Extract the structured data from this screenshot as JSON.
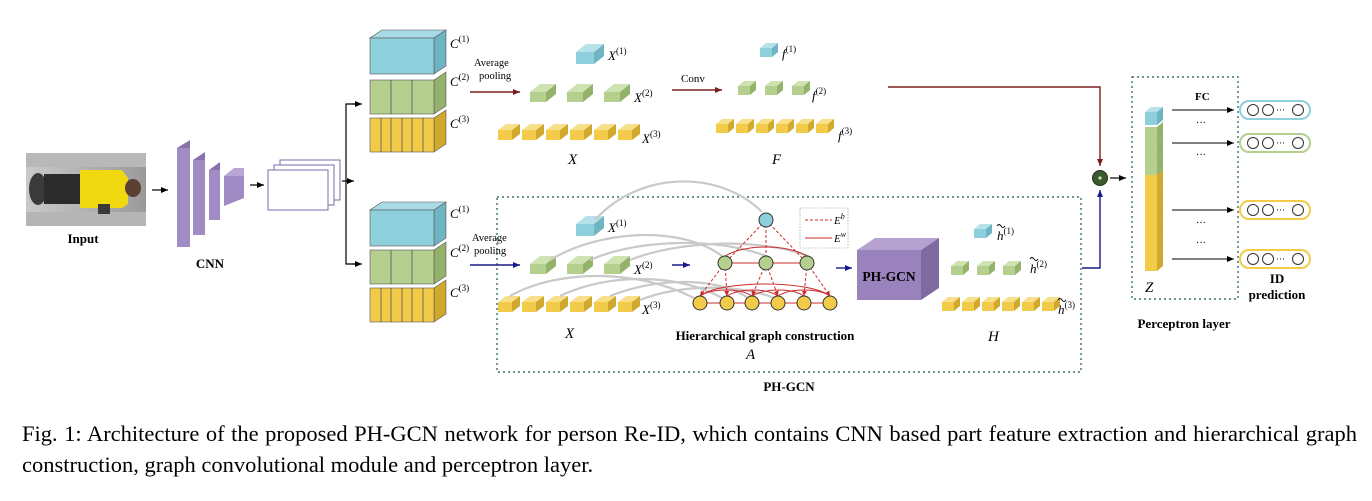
{
  "labels": {
    "input": "Input",
    "cnn": "CNN",
    "c1": "C",
    "c2": "C",
    "c3": "C",
    "sup1": "(1)",
    "sup2": "(2)",
    "sup3": "(3)",
    "avg_pooling_line1": "Average",
    "avg_pooling_line2": "pooling",
    "conv": "Conv",
    "x_part": "X",
    "x_set": "X",
    "f_part": "f",
    "f_set": "F",
    "h_part": "h",
    "h_set": "H",
    "a_set": "A",
    "z_set": "Z",
    "e_b": "E",
    "e_b_sup": "b",
    "e_w": "E",
    "e_w_sup": "w",
    "phgcn_block": "PH-GCN",
    "phgcn_module": "PH-GCN",
    "hier_graph": "Hierarchical graph construction",
    "fc": "FC",
    "dots": "···",
    "id_prediction_line1": "ID",
    "id_prediction_line2": "prediction",
    "perceptron_layer": "Perceptron layer"
  },
  "caption": "Fig. 1: Architecture of the proposed PH-GCN network for person Re-ID, which contains CNN based part feature extraction and hierarchical graph construction, graph convolutional module and perceptron layer.",
  "colors": {
    "blue": "#8ecfdc",
    "green": "#b5cf8e",
    "yellow": "#f3cb4a",
    "purple": "#9a82bd",
    "purple_dark": "#7f6aa2",
    "dark_red": "#7b1e1e",
    "navy": "#1a1a8c",
    "edge_red": "#cc2b2b",
    "dotted_teal": "#3a6e6e"
  },
  "icons": {
    "input_image": "person-photo",
    "merge_node": "concatenation-node-icon"
  }
}
